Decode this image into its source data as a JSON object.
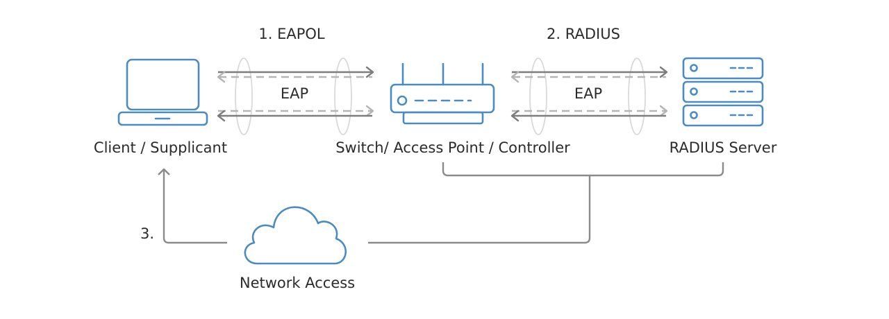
{
  "nodes": {
    "client": "Client / Supplicant",
    "switch": "Switch/ Access Point / Controller",
    "radius_server": "RADIUS Server",
    "network": "Network Access"
  },
  "steps": {
    "step1": "1. EAPOL",
    "step2": "2. RADIUS",
    "step3": "3."
  },
  "links": {
    "eap_left": "EAP",
    "eap_right": "EAP"
  },
  "colors": {
    "icon_blue": "#4a8bc2",
    "arrow_gray": "#7d7d7d",
    "dash_gray": "#b5b5b5"
  },
  "icons": {
    "client": "laptop-icon",
    "switch": "router-icon",
    "radius_server": "server-icon",
    "network": "cloud-icon"
  }
}
